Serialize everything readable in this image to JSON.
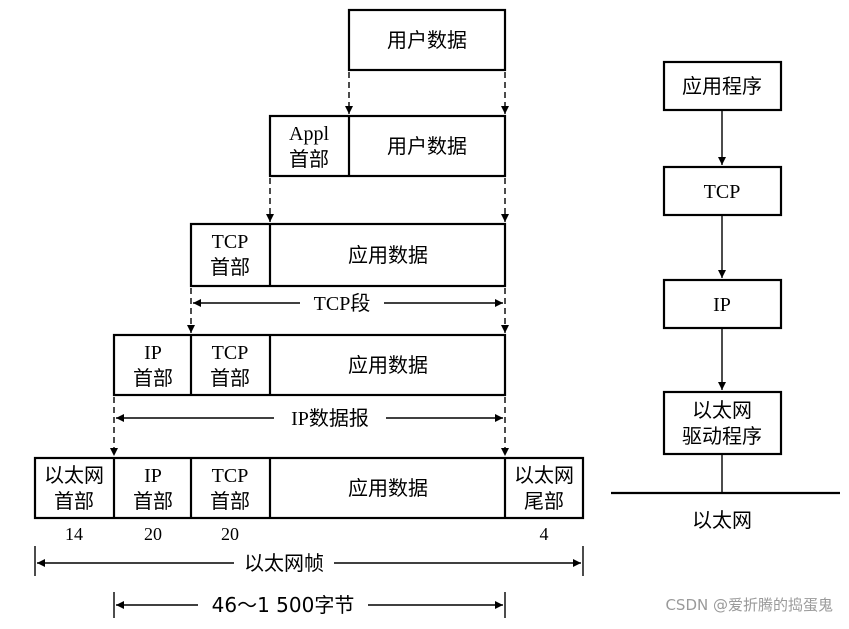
{
  "colors": {
    "ink": "#000000",
    "background": "#ffffff",
    "watermark": "#9a9a9a"
  },
  "row1": {
    "user_data": "用户数据"
  },
  "row2": {
    "appl_1": "Appl",
    "appl_2": "首部",
    "user_data": "用户数据"
  },
  "row3": {
    "tcp_1": "TCP",
    "tcp_2": "首部",
    "app_data": "应用数据"
  },
  "span_tcp": "TCP段",
  "row4": {
    "ip_1": "IP",
    "ip_2": "首部",
    "tcp_1": "TCP",
    "tcp_2": "首部",
    "app_data": "应用数据"
  },
  "span_ip": "IP数据报",
  "row5": {
    "eth_1": "以太网",
    "eth_2": "首部",
    "ip_1": "IP",
    "ip_2": "首部",
    "tcp_1": "TCP",
    "tcp_2": "首部",
    "app_data": "应用数据",
    "trail_1": "以太网",
    "trail_2": "尾部"
  },
  "sizes": {
    "eth": "14",
    "ip": "20",
    "tcp": "20",
    "trail": "4"
  },
  "span_frame": "以太网帧",
  "span_bytes": "46～1 500字节",
  "stack": {
    "app": "应用程序",
    "tcp": "TCP",
    "ip": "IP",
    "driver_1": "以太网",
    "driver_2": "驱动程序",
    "network": "以太网"
  },
  "watermark": "CSDN @爱折腾的捣蛋鬼"
}
